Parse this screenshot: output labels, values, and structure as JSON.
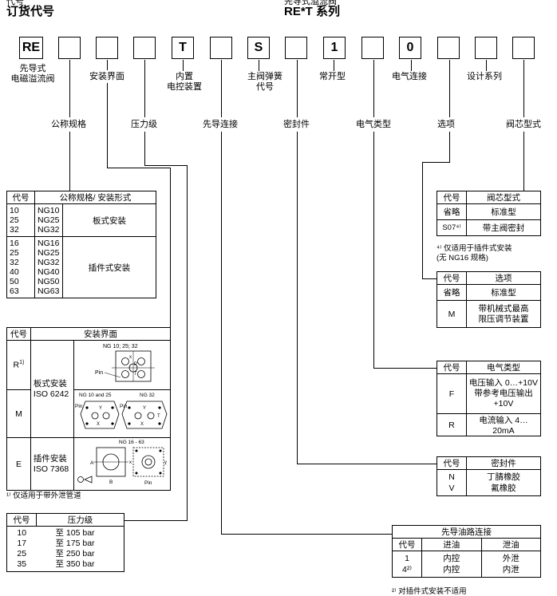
{
  "header": {
    "left_title_top": "代号",
    "left_title": "订货代号",
    "right_title_top": "先导式溢流阀",
    "right_title": "RE*T 系列"
  },
  "code_boxes": [
    "RE",
    "",
    "",
    "T",
    "",
    "S",
    "1",
    "",
    "0",
    "",
    ""
  ],
  "top_labels": {
    "pilot": "先导式\n电磁溢流阀",
    "mount": "安装界面",
    "builtin": "内置\n电控装置",
    "spring": "主阀弹簧\n代号",
    "normal_open": "常开型",
    "elec_conn": "电气连接",
    "design": "设计系列"
  },
  "mid_labels": {
    "size": "公称规格",
    "pressure": "压力级",
    "pilot_conn": "先导连接",
    "seal": "密封件",
    "elec_type": "电气类型",
    "option": "选项",
    "spool": "阀芯型式"
  },
  "size_table": {
    "headers": [
      "代号",
      "公称规格/ 安装形式"
    ],
    "groups": [
      {
        "codes": [
          "10",
          "25",
          "32"
        ],
        "sizes": [
          "NG10",
          "NG25",
          "NG32"
        ],
        "type": "板式安装"
      },
      {
        "codes": [
          "16",
          "25",
          "32",
          "40",
          "50",
          "63"
        ],
        "sizes": [
          "NG16",
          "NG25",
          "NG32",
          "NG40",
          "NG50",
          "NG63"
        ],
        "type": "插件式安装"
      }
    ]
  },
  "mount_table": {
    "headers": [
      "代号",
      "安装界面"
    ],
    "rows": [
      {
        "code": "R",
        "sup": "1)",
        "label": "",
        "diagram": "NG 10; 25; 32"
      },
      {
        "code": "M",
        "sup": "",
        "label": "",
        "diagram": "NG 10 and 25 / NG 32"
      },
      {
        "code": "E",
        "sup": "",
        "label": "插件安装\nISO 7368",
        "diagram": "NG 16 - 63"
      }
    ],
    "plate_label": "板式安装\nISO 6242",
    "note": "¹⁾ 仅适用于带外泄管道",
    "pin_label": "Pin",
    "ports": {
      "P": "P",
      "T": "T",
      "X": "X",
      "Y": "Y",
      "A": "A",
      "B": "B",
      "x": "x",
      "y": "y"
    }
  },
  "pressure_table": {
    "headers": [
      "代号",
      "压力级"
    ],
    "rows": [
      [
        "10",
        "至 105 bar"
      ],
      [
        "17",
        "至 175 bar"
      ],
      [
        "25",
        "至 250 bar"
      ],
      [
        "35",
        "至 350 bar"
      ]
    ]
  },
  "spool_table": {
    "headers": [
      "代号",
      "阀芯型式"
    ],
    "rows": [
      [
        "省略",
        "标准型"
      ],
      [
        "S07⁴⁾",
        "带主阀密封"
      ]
    ],
    "note": "⁴⁾ 仅适用于插件式安装\n(无 NG16 规格)"
  },
  "option_table": {
    "headers": [
      "代号",
      "选项"
    ],
    "rows": [
      [
        "省略",
        "标准型"
      ],
      [
        "M",
        "带机械式最高\n限压调节装置"
      ]
    ]
  },
  "elec_table": {
    "headers": [
      "代号",
      "电气类型"
    ],
    "rows": [
      [
        "F",
        "电压输入 0…+10V\n带参考电压输出\n+10V"
      ],
      [
        "R",
        "电流输入 4…20mA"
      ]
    ]
  },
  "seal_table": {
    "headers": [
      "代号",
      "密封件"
    ],
    "rows": [
      [
        "N",
        "丁腈橡胶"
      ],
      [
        "V",
        "氟橡胶"
      ]
    ]
  },
  "pilot_table": {
    "title": "先导油路连接",
    "headers": [
      "代号",
      "进油",
      "泄油"
    ],
    "rows": [
      [
        "1",
        "内控",
        "外泄"
      ],
      [
        "4²⁾",
        "内控",
        "内泄"
      ]
    ],
    "note": "²⁾ 对插件式安装不适用"
  }
}
